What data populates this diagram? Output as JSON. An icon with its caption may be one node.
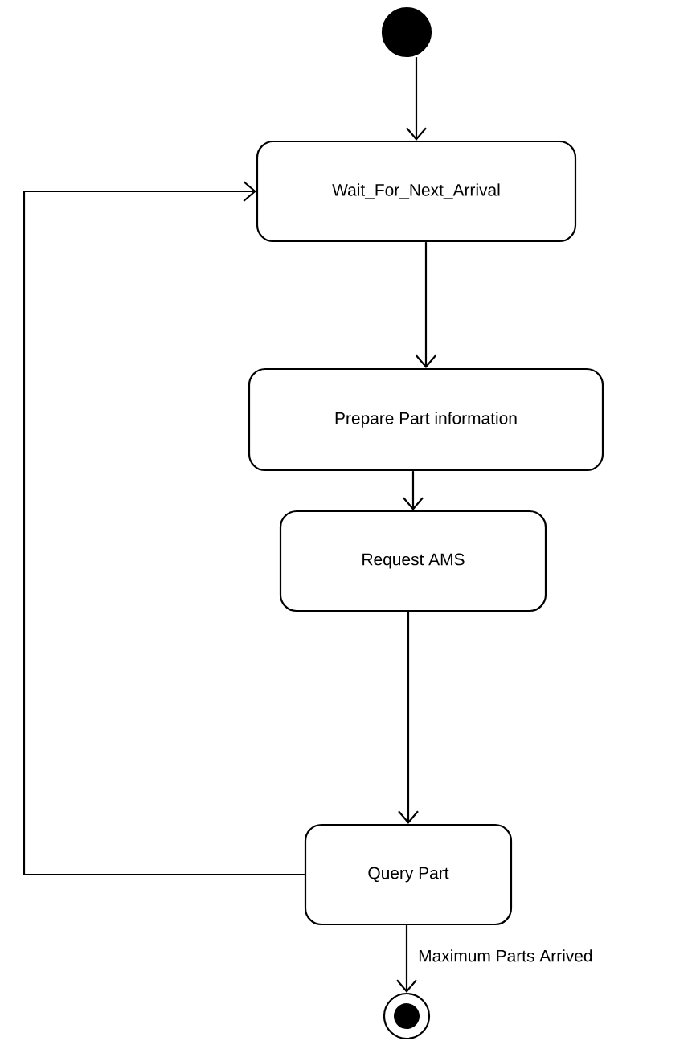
{
  "diagram": {
    "nodes": [
      {
        "text": [],
        "shape": "circle"
      },
      {
        "text": [
          "Wait_For_Next_Arrival"
        ]
      },
      {
        "text": [
          "Prepare Part information"
        ]
      },
      {
        "text": [
          "Request AMS"
        ]
      },
      {
        "text": [
          "Query Part"
        ]
      },
      {
        "text": [],
        "shape": "bullseye"
      }
    ],
    "edges": [
      {
        "from": 0,
        "to": 1,
        "arrow": "to"
      },
      {
        "from": 1,
        "to": 2,
        "arrow": "to"
      },
      {
        "from": 2,
        "to": 3,
        "arrow": "to"
      },
      {
        "from": 3,
        "to": 4,
        "arrow": "to"
      },
      {
        "from": 4,
        "to": 1,
        "arrow": "to"
      },
      {
        "from": 4,
        "to": 5,
        "arrow": "to",
        "label": "Maximum Parts Arrived"
      }
    ]
  }
}
